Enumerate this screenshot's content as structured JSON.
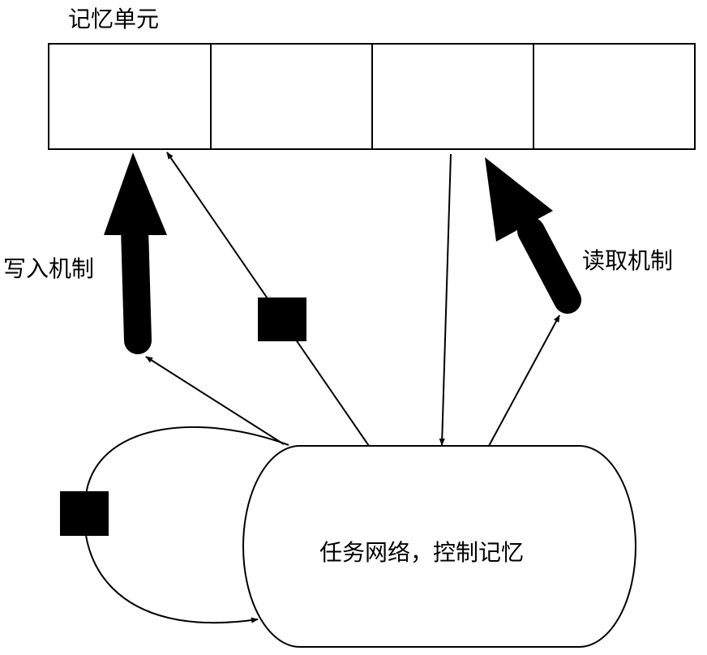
{
  "memory": {
    "title": "记忆单元",
    "cells": [
      "",
      "",
      "",
      ""
    ]
  },
  "write_head": {
    "label": "写入机制"
  },
  "read_head": {
    "label": "读取机制"
  },
  "controller": {
    "label": "任务网络，控制记忆"
  },
  "colors": {
    "stroke": "#000000",
    "fill": "#ffffff",
    "gate_fill": "#000000"
  }
}
